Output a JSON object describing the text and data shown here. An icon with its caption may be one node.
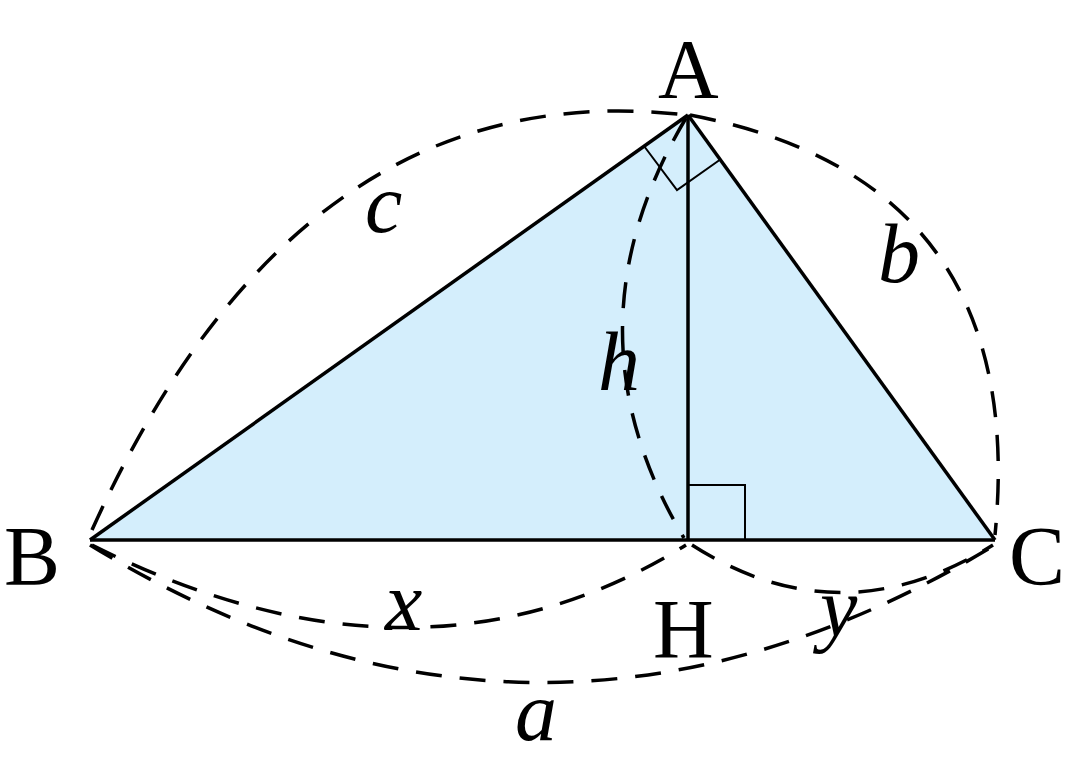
{
  "diagram": {
    "nodes": [
      {
        "text": [
          "A"
        ]
      },
      {
        "text": [
          "B"
        ]
      },
      {
        "text": [
          "C"
        ]
      },
      {
        "text": [
          "H"
        ]
      }
    ],
    "edges": [
      {
        "from": 0,
        "to": 1,
        "arrow": "none"
      },
      {
        "from": 0,
        "to": 2,
        "arrow": "none"
      },
      {
        "from": 1,
        "to": 3,
        "arrow": "none"
      },
      {
        "from": 3,
        "to": 2,
        "arrow": "none"
      },
      {
        "from": 0,
        "to": 3,
        "arrow": "none"
      }
    ],
    "labels": [
      "c",
      "b",
      "h",
      "x",
      "y",
      "a"
    ]
  }
}
